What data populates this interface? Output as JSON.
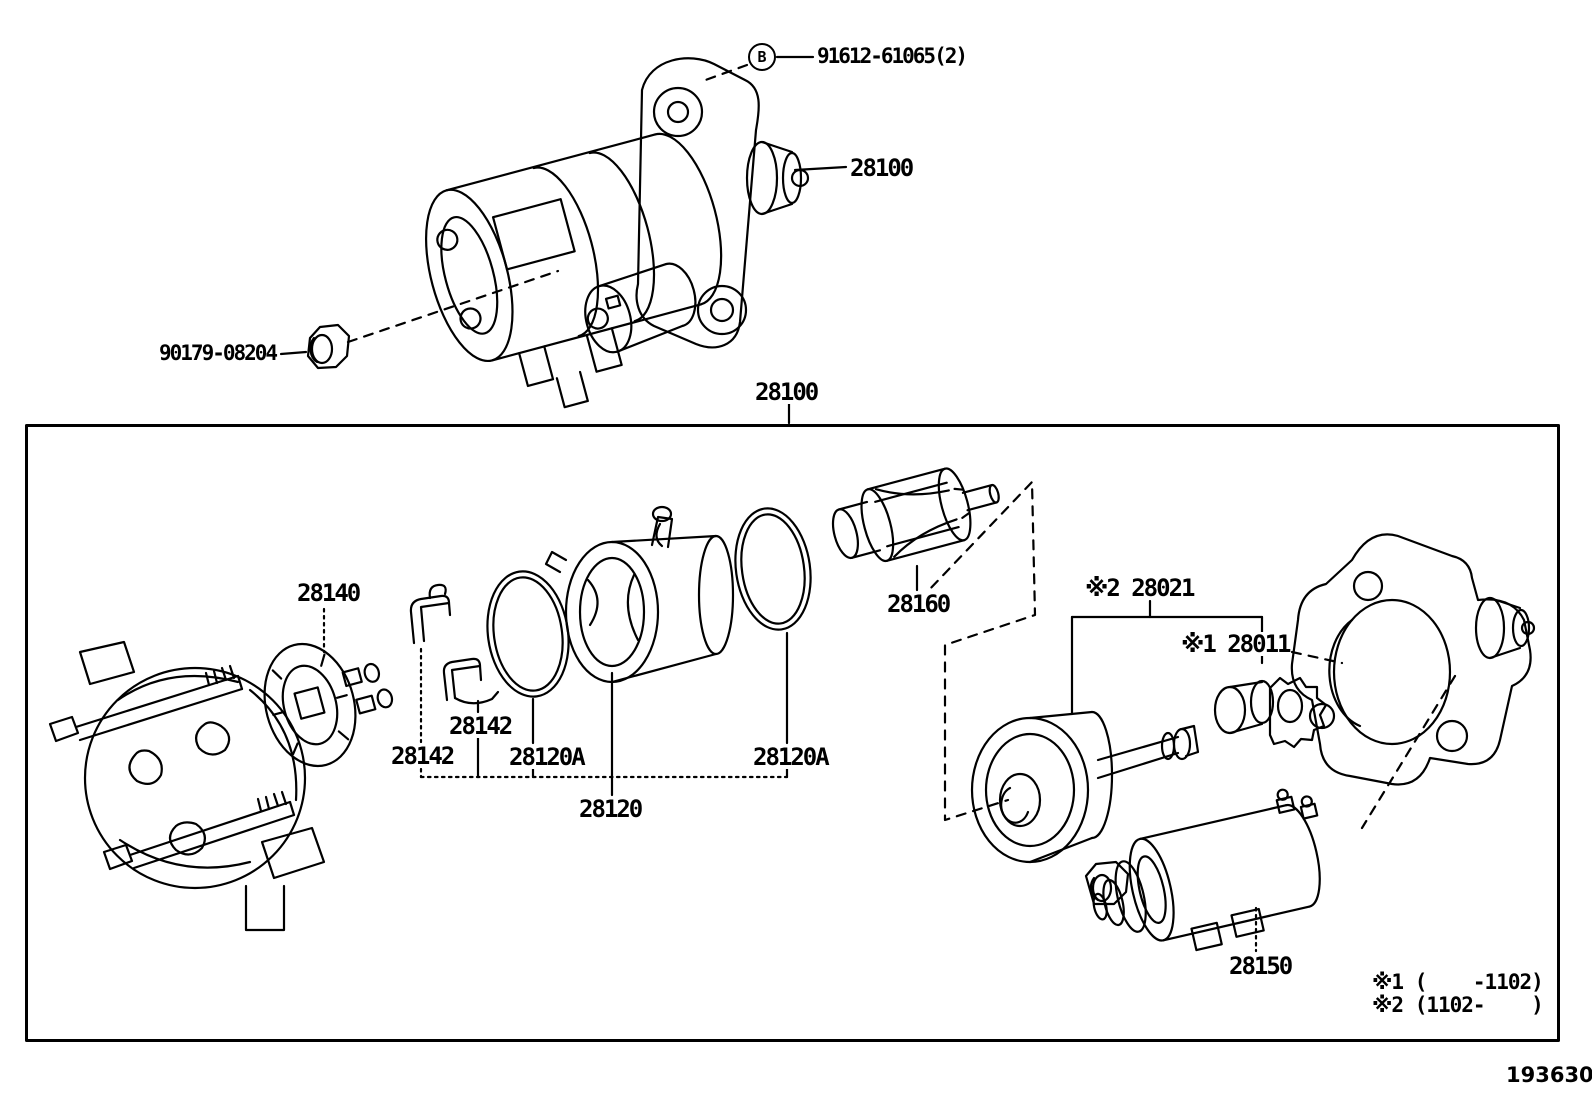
{
  "figure": {
    "footer_number": "193630",
    "notes": {
      "note1": "※1 (    -1102)",
      "note2": "※2 (1102-    )"
    }
  },
  "labels": {
    "bolt_symbol": "B",
    "bolt_part": "91612-61065(2)",
    "nut_part": "90179-08204",
    "assembly_top": "28100",
    "assembly_box": "28100",
    "brush_holder": "28140",
    "clip_left": "28142",
    "clip_upper": "28142",
    "oring_left": "28120A",
    "oring_right": "28120A",
    "yoke": "28120",
    "armature": "28160",
    "clutch_assy": "※2 28021",
    "pinion": "※1 28011",
    "magnetic_switch": "28150"
  },
  "colors": {
    "line": "#000000",
    "background": "#ffffff"
  }
}
